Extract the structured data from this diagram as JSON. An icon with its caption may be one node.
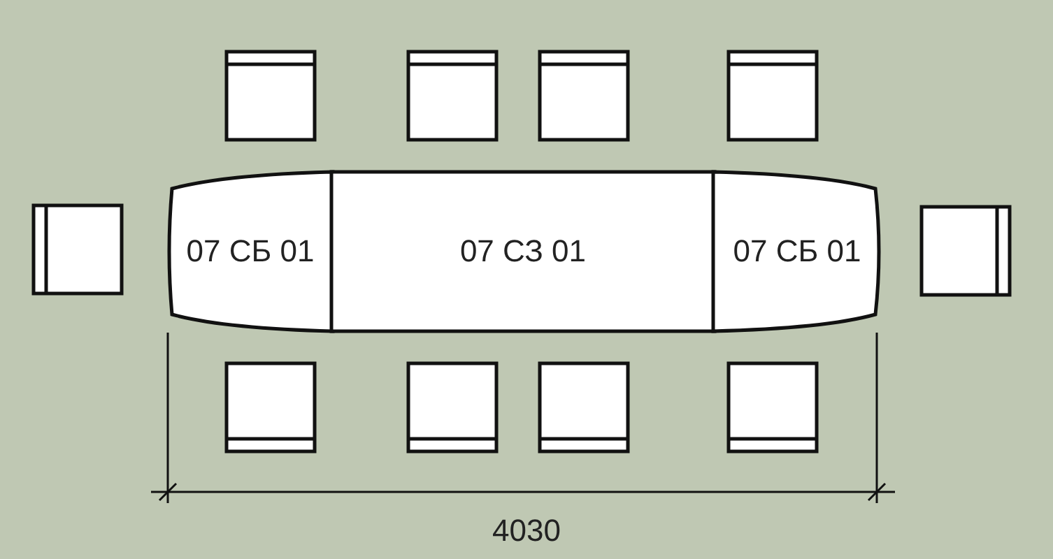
{
  "diagram": {
    "nodes": [
      {
        "text": [
          "07 СБ 01"
        ]
      },
      {
        "text": [
          "07 СЗ 01"
        ]
      },
      {
        "text": [
          "07 СБ 01"
        ]
      }
    ],
    "labels": [
      "4030"
    ]
  }
}
